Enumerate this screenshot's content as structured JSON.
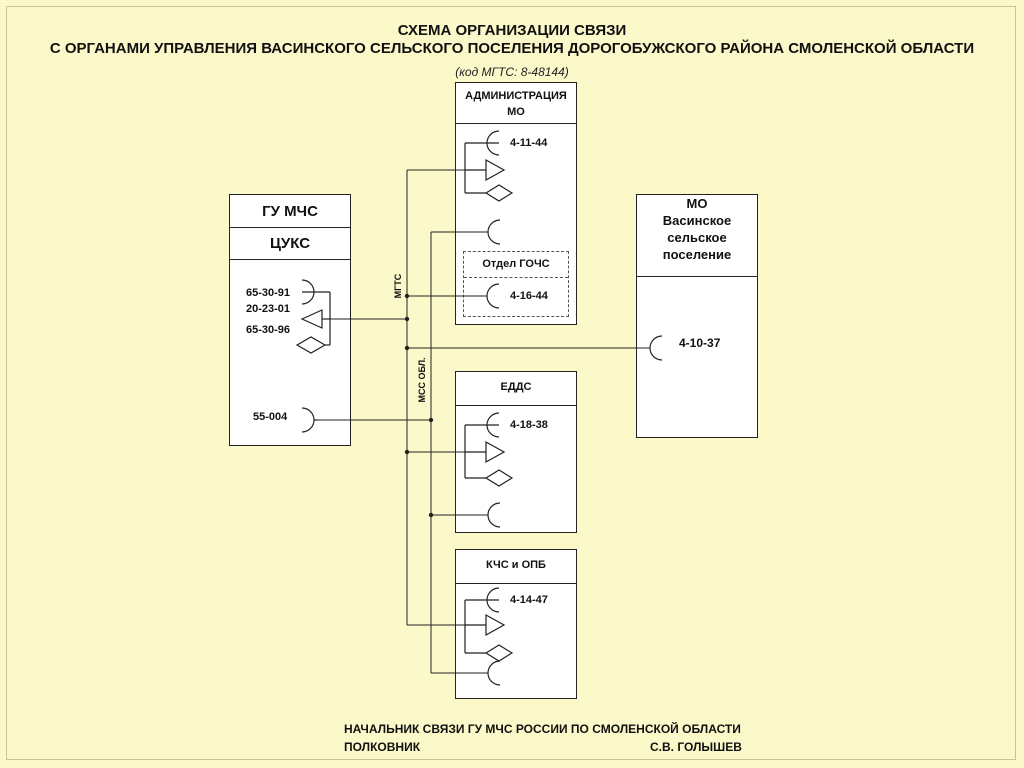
{
  "header": {
    "title_line1": "СХЕМА ОРГАНИЗАЦИИ СВЯЗИ",
    "title_line2": "С ОРГАНАМИ УПРАВЛЕНИЯ ВАСИНСКОГО СЕЛЬСКОГО ПОСЕЛЕНИЯ ДОРОГОБУЖСКОГО РАЙОНА СМОЛЕНСКОЙ ОБЛАСТИ",
    "code": "(код МГТС: 8-48144)"
  },
  "gu_mchs": {
    "title": "ГУ МЧС",
    "subtitle": "ЦУКС",
    "phone1": "65-30-91",
    "phone2": "20-23-01",
    "phone3": "65-30-96",
    "phone4": "55-004"
  },
  "admin": {
    "title_line1": "АДМИНИСТРАЦИЯ",
    "title_line2": "МО",
    "phone1": "4-11-44",
    "gochs_label": "Отдел ГОЧС",
    "gochs_phone": "4-16-44"
  },
  "mo": {
    "line1": "МО",
    "line2": "Васинское",
    "line3": "сельское",
    "line4": "поселение",
    "phone": "4-10-37"
  },
  "edds": {
    "title": "ЕДДС",
    "phone": "4-18-38"
  },
  "kchs": {
    "title": "КЧС и ОПБ",
    "phone": "4-14-47"
  },
  "lines": {
    "mgts": "МГТС",
    "mss": "МСС ОБЛ."
  },
  "footer": {
    "line1": "НАЧАЛЬНИК СВЯЗИ ГУ МЧС РОССИИ ПО СМОЛЕНСКОЙ ОБЛАСТИ",
    "rank": "ПОЛКОВНИК",
    "name": "С.В. ГОЛЫШЕВ"
  }
}
